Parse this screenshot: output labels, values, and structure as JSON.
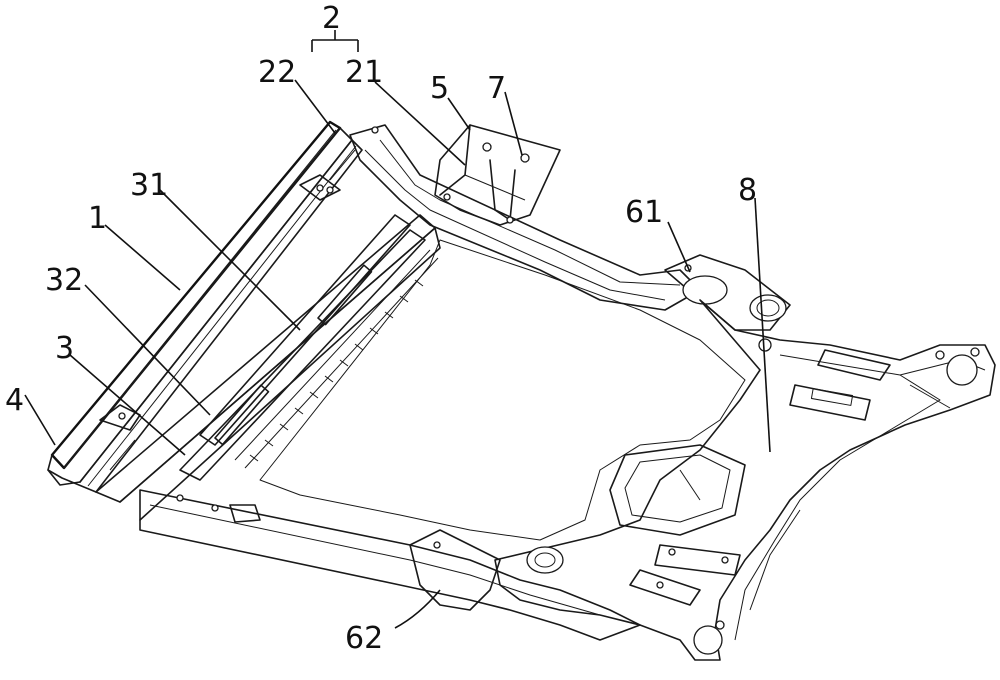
{
  "figure": {
    "group_label": "2",
    "callouts": [
      {
        "id": "c22",
        "text": "22"
      },
      {
        "id": "c21",
        "text": "21"
      },
      {
        "id": "c5",
        "text": "5"
      },
      {
        "id": "c7",
        "text": "7"
      },
      {
        "id": "c31",
        "text": "31"
      },
      {
        "id": "c1",
        "text": "1"
      },
      {
        "id": "c32",
        "text": "32"
      },
      {
        "id": "c3",
        "text": "3"
      },
      {
        "id": "c4",
        "text": "4"
      },
      {
        "id": "c61",
        "text": "61"
      },
      {
        "id": "c8",
        "text": "8"
      },
      {
        "id": "c62",
        "text": "62"
      }
    ]
  }
}
